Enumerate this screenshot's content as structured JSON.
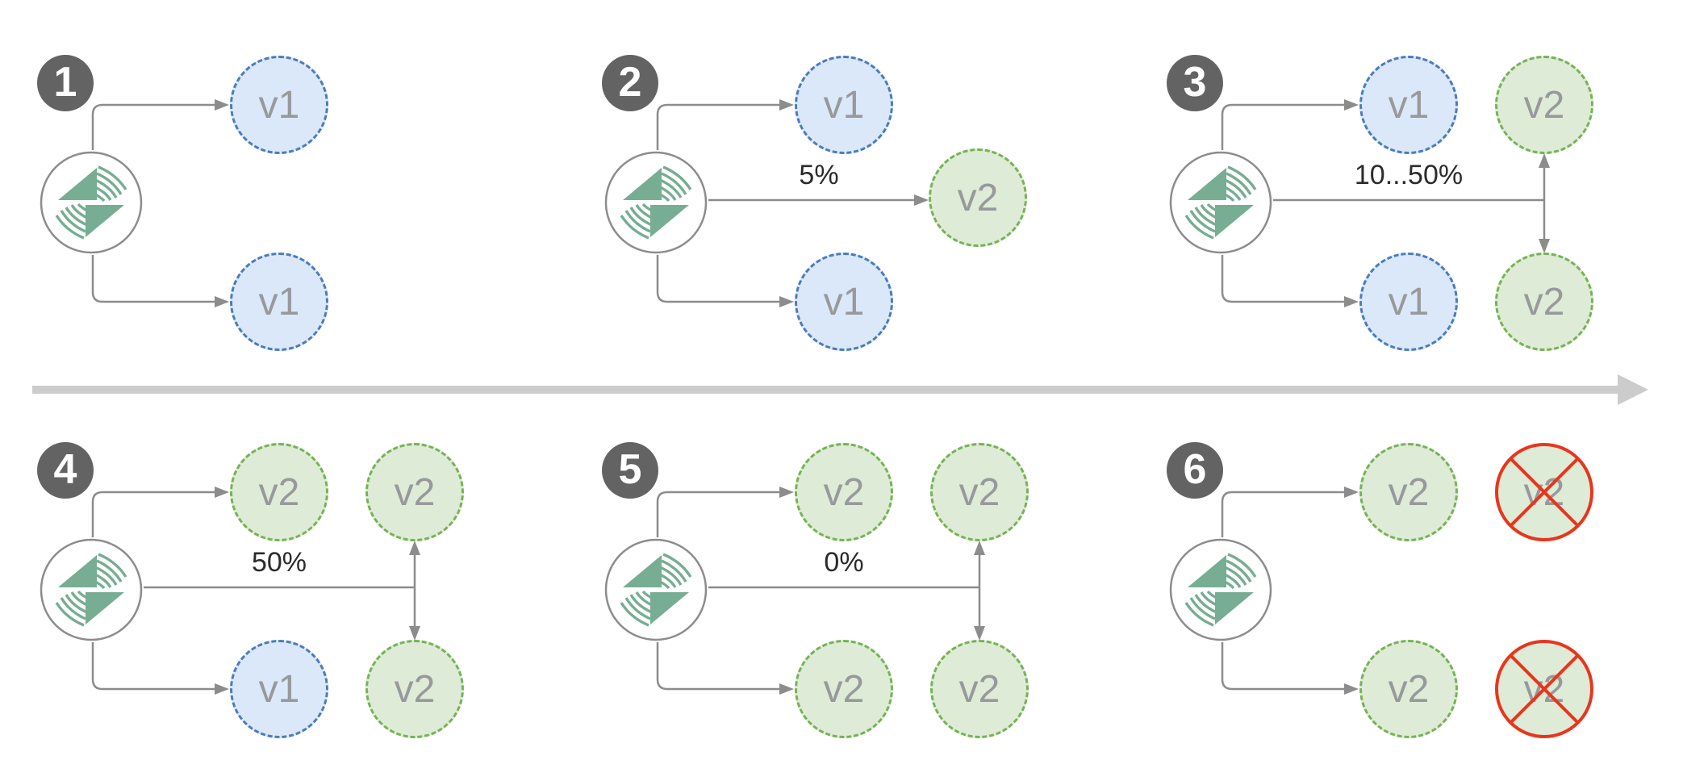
{
  "diagram": {
    "subject": "canary release traffic shifting stages",
    "timeline_arrow_direction": "right",
    "stages": [
      {
        "step": "1",
        "traffic_label": "",
        "nodes": {
          "top": {
            "label": "v1"
          },
          "bottom": {
            "label": "v1"
          }
        }
      },
      {
        "step": "2",
        "traffic_label": "5%",
        "nodes": {
          "top": {
            "label": "v1"
          },
          "bottom": {
            "label": "v1"
          },
          "canary": {
            "label": "v2"
          }
        }
      },
      {
        "step": "3",
        "traffic_label": "10...50%",
        "nodes": {
          "top": {
            "label": "v1"
          },
          "top_right": {
            "label": "v2"
          },
          "bottom": {
            "label": "v1"
          },
          "bottom_right": {
            "label": "v2"
          }
        }
      },
      {
        "step": "4",
        "traffic_label": "50%",
        "nodes": {
          "top": {
            "label": "v2"
          },
          "top_right": {
            "label": "v2"
          },
          "bottom": {
            "label": "v1"
          },
          "bottom_right": {
            "label": "v2"
          }
        }
      },
      {
        "step": "5",
        "traffic_label": "0%",
        "nodes": {
          "top": {
            "label": "v2"
          },
          "top_right": {
            "label": "v2"
          },
          "bottom": {
            "label": "v2"
          },
          "bottom_right": {
            "label": "v2"
          }
        }
      },
      {
        "step": "6",
        "traffic_label": "",
        "nodes": {
          "top": {
            "label": "v2"
          },
          "top_right": {
            "label": "v2",
            "removed": true
          },
          "bottom": {
            "label": "v2"
          },
          "bottom_right": {
            "label": "v2",
            "removed": true
          }
        }
      }
    ],
    "colors": {
      "v1_fill": "#dbe8f9",
      "v1_border": "#4a7cbe",
      "v2_fill": "#deebd7",
      "v2_border": "#76b354",
      "removed_red": "#e7361d",
      "connector_gray": "#8c8c8c",
      "badge_gray": "#636363",
      "icon_teal": "#76ad93",
      "divider_gray": "#cccccc",
      "traffic_text": "#2b2b2b",
      "node_text": "#97999b"
    }
  }
}
